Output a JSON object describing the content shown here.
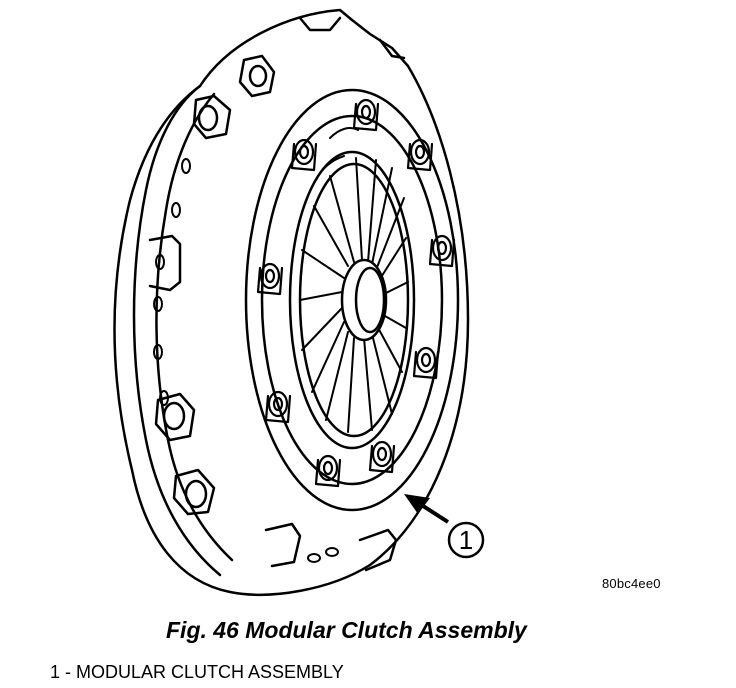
{
  "figure": {
    "ref_code": "80bc4ee0",
    "caption": "Fig. 46 Modular Clutch Assembly",
    "callout_number": "1",
    "legend_items": [
      {
        "text": "1 - MODULAR CLUTCH ASSEMBLY"
      }
    ]
  }
}
